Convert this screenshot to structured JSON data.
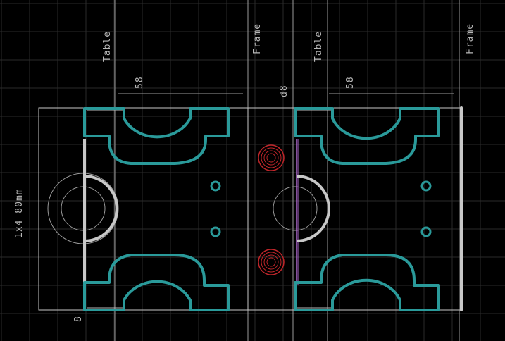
{
  "labels": {
    "table_1": "Table",
    "frame_1": "Frame",
    "table_2": "Table",
    "frame_2": "Frame",
    "dim_58_1": "58",
    "dim_58_2": "58",
    "dim_d8": "d8",
    "dim_1x4_80": "1x4 80mm",
    "dim_8": "8"
  },
  "colors": {
    "background": "#000000",
    "grid": "#2a2a2a",
    "guide": "#9a9a9a",
    "board_outline": "#c8c8c8",
    "trace": "#2a9a9a",
    "trace_inner": "#b9b9b9",
    "hole": "#2a9a9a",
    "drill_marker": "#c0262a",
    "magenta_line": "#b06ad0"
  },
  "icons": [
    "drill-marker-icon",
    "mount-hole-icon"
  ]
}
